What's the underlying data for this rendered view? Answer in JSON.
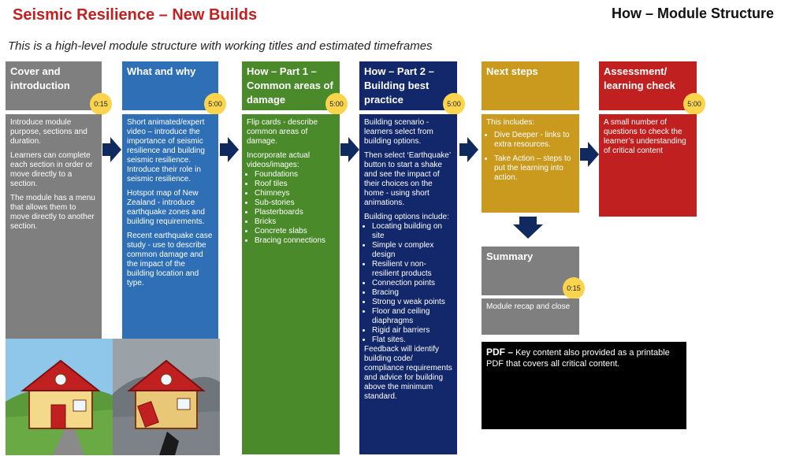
{
  "header": {
    "title": "Seismic Resilience – New Builds",
    "top_right": "How – Module Structure",
    "subtitle": "This is a high-level module structure with working titles and estimated timeframes"
  },
  "columns": [
    {
      "title": "Cover and introduction",
      "time": "0:15",
      "header_color": "#7f7f7f",
      "body_color": "#7f7f7f",
      "paragraphs": [
        "Introduce module purpose, sections and duration.",
        "Learners can complete each section in order or move directly to a section.",
        "The module has a menu that allows them to move directly to another section."
      ]
    },
    {
      "title": "What and why",
      "time": "5:00",
      "header_color": "#2f6fb6",
      "body_color": "#2f6fb6",
      "paragraphs": [
        "Short animated/expert video – introduce the importance of seismic resilience and building seismic resilience. Introduce their role in seismic resilience.",
        "Hotspot map of New Zealand - introduce earthquake zones and building requirements.",
        "Recent earthquake case study - use to describe common damage and the impact of the building location and type."
      ]
    },
    {
      "title": "How – Part 1 – Common areas of damage",
      "time": "5:00",
      "header_color": "#4a8a2a",
      "body_color": "#4a8a2a",
      "paragraphs": [
        "Flip cards - describe common areas of damage.",
        "Incorporate actual videos/images:"
      ],
      "bullets": [
        "Foundations",
        "Roof tiles",
        "Chimneys",
        "Sub-stories",
        "Plasterboards",
        "Bricks",
        "Concrete slabs",
        "Bracing connections"
      ]
    },
    {
      "title": "How – Part 2 – Building best practice",
      "time": "5:00",
      "header_color": "#13286a",
      "body_color": "#13286a",
      "paragraphs": [
        "Building scenario - learners select from building options.",
        "Then select ‘Earthquake’ button to start a shake and see the impact of their choices on the home - using short animations.",
        "Building options include:"
      ],
      "bullets": [
        "Locating building on site",
        "Simple v complex design",
        "Resilient v non-resilient products",
        "Connection points",
        "Bracing",
        "Strong v weak points",
        "Floor and ceiling diaphragms",
        "Rigid air barriers",
        "Flat sites."
      ],
      "after": "Feedback will identify building code/ compliance requirements and advice for building above the minimum standard."
    },
    {
      "title": "Next steps",
      "time": "",
      "header_color": "#c99a1e",
      "body_color": "#c99a1e",
      "paragraphs": [
        "This includes:"
      ],
      "bullets": [
        "Dive Deeper - links to extra resources.",
        "Take Action – steps to put the learning into action."
      ]
    },
    {
      "title": "Assessment/ learning check",
      "time": "5:00",
      "header_color": "#c0201f",
      "body_color": "#c0201f",
      "paragraphs": [
        "A small number of questions to check the learner’s understanding of critical content"
      ]
    }
  ],
  "summary": {
    "title": "Summary",
    "time": "0:15",
    "body": "Module recap and close",
    "color": "#7f7f7f"
  },
  "pdf": {
    "label": "PDF –",
    "text": "Key content also provided as a printable PDF that covers all critical content."
  },
  "colors": {
    "arrow": "#102a60",
    "badge": "#f9d44c"
  }
}
